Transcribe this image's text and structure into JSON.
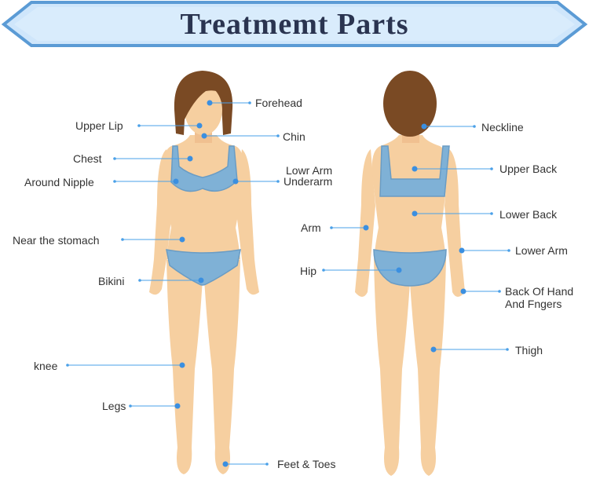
{
  "title": "Treatmemt Parts",
  "colors": {
    "banner_fill": "#cfe6fb",
    "banner_border": "#5b9bd5",
    "skin": "#f6cfa0",
    "hair": "#7a4a24",
    "garment": "#7fb1d6",
    "marker": "#3b8fe0",
    "leader": "#4aa0e8"
  },
  "front_labels": {
    "forehead": "Forehead",
    "upper_lip": "Upper Lip",
    "chin": "Chin",
    "chest": "Chest",
    "around_nipple": "Around Nipple",
    "lowr_arm": "Lowr Arm",
    "underarm": "Underarm",
    "near_stomach": "Near the stomach",
    "bikini": "Bikini",
    "knee": "knee",
    "legs": "Legs",
    "feet_toes": "Feet & Toes"
  },
  "back_labels": {
    "neckline": "Neckline",
    "upper_back": "Upper Back",
    "lower_back": "Lower Back",
    "arm": "Arm",
    "lower_arm": "Lower Arm",
    "hip": "Hip",
    "back_of_hand": "Back Of Hand And Fngers",
    "thigh": "Thigh"
  }
}
